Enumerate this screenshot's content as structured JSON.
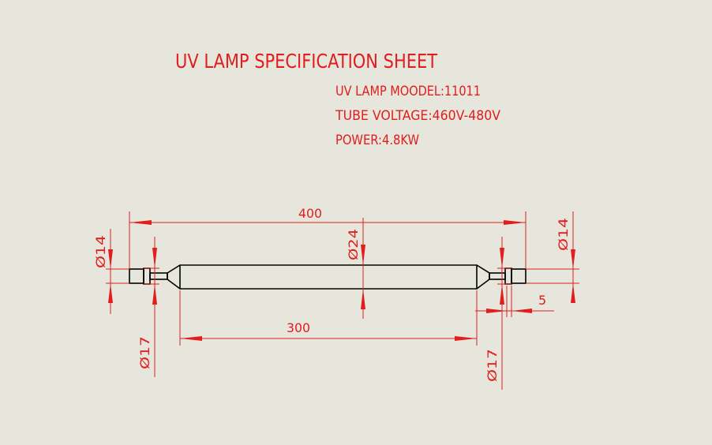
{
  "sheet": {
    "title": "UV LAMP SPECIFICATION SHEET",
    "specs": [
      "UV LAMP MOODEL:11011",
      "TUBE VOLTAGE:460V-480V",
      "POWER:4.8KW"
    ]
  },
  "dimensions": {
    "overall_length": "400",
    "tube_length": "300",
    "tube_diameter": "Ø24",
    "cap_diameter_left": "Ø14",
    "cap_diameter_right": "Ø14",
    "neck_diameter_left": "Ø17",
    "neck_diameter_right": "Ø17",
    "cap_length": "5"
  },
  "colors": {
    "annotation": "#e11d1d",
    "outline": "#000000",
    "background": "#e7e6dc"
  }
}
